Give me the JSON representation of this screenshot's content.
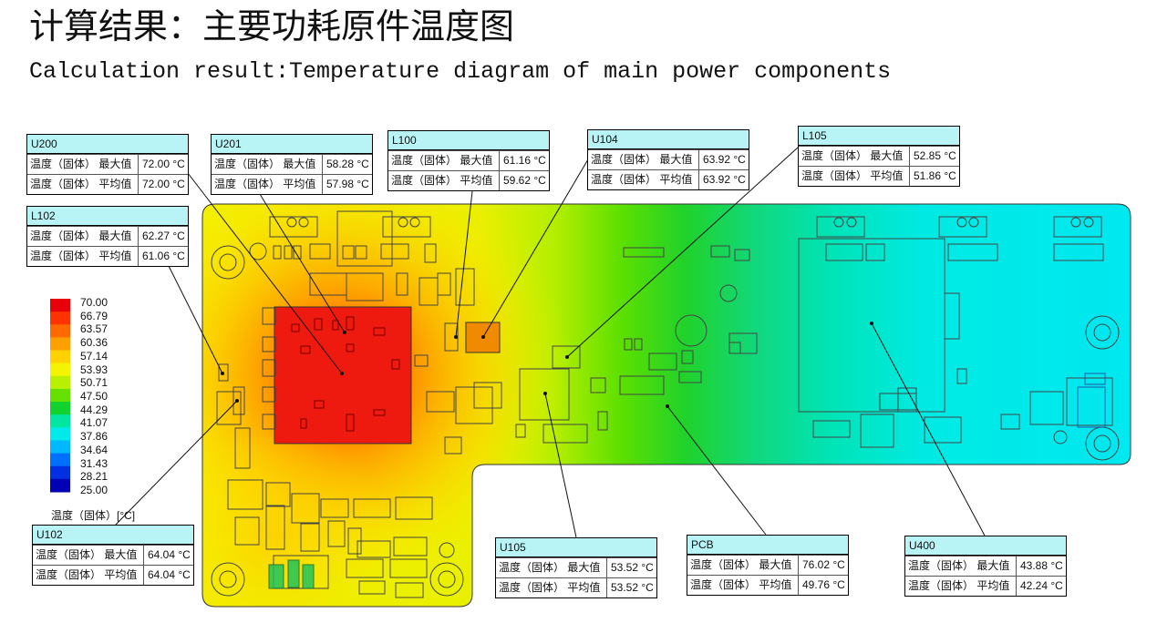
{
  "title_cn": "计算结果：主要功耗原件温度图",
  "title_en": "Calculation result:Temperature diagram of main power components",
  "legend": {
    "title": "温度（固体）[°C]",
    "values": [
      "70.00",
      "66.79",
      "63.57",
      "60.36",
      "57.14",
      "53.93",
      "50.71",
      "47.50",
      "44.29",
      "41.07",
      "37.86",
      "34.64",
      "31.43",
      "28.21",
      "25.00"
    ],
    "colors": [
      "#e8000a",
      "#ff3300",
      "#ff6a00",
      "#ffa000",
      "#ffd200",
      "#f4f400",
      "#b8f000",
      "#66e000",
      "#12d230",
      "#00e6a0",
      "#00eaea",
      "#00b8ff",
      "#0070ff",
      "#0030e0",
      "#0000b4"
    ]
  },
  "components": [
    {
      "name": "U200",
      "max_label": "温度（固体） 最大值",
      "max": "72.00 °C",
      "avg_label": "温度（固体） 平均值",
      "avg": "72.00 °C"
    },
    {
      "name": "U201",
      "max_label": "温度（固体） 最大值",
      "max": "58.28 °C",
      "avg_label": "温度（固体） 平均值",
      "avg": "57.98 °C"
    },
    {
      "name": "L100",
      "max_label": "温度（固体） 最大值",
      "max": "61.16 °C",
      "avg_label": "温度（固体） 平均值",
      "avg": "59.62 °C"
    },
    {
      "name": "U104",
      "max_label": "温度（固体） 最大值",
      "max": "63.92 °C",
      "avg_label": "温度（固体） 平均值",
      "avg": "63.92 °C"
    },
    {
      "name": "L105",
      "max_label": "温度（固体） 最大值",
      "max": "52.85 °C",
      "avg_label": "温度（固体） 平均值",
      "avg": "51.86 °C"
    },
    {
      "name": "L102",
      "max_label": "温度（固体） 最大值",
      "max": "62.27 °C",
      "avg_label": "温度（固体） 平均值",
      "avg": "61.06 °C"
    },
    {
      "name": "U102",
      "max_label": "温度（固体） 最大值",
      "max": "64.04 °C",
      "avg_label": "温度（固体） 平均值",
      "avg": "64.04 °C"
    },
    {
      "name": "U105",
      "max_label": "温度（固体） 最大值",
      "max": "53.52 °C",
      "avg_label": "温度（固体） 平均值",
      "avg": "53.52 °C"
    },
    {
      "name": "PCB",
      "max_label": "温度（固体） 最大值",
      "max": "76.02 °C",
      "avg_label": "温度（固体） 平均值",
      "avg": "49.76 °C"
    },
    {
      "name": "U400",
      "max_label": "温度（固体） 最大值",
      "max": "43.88 °C",
      "avg_label": "温度（固体） 平均值",
      "avg": "42.24 °C"
    }
  ]
}
